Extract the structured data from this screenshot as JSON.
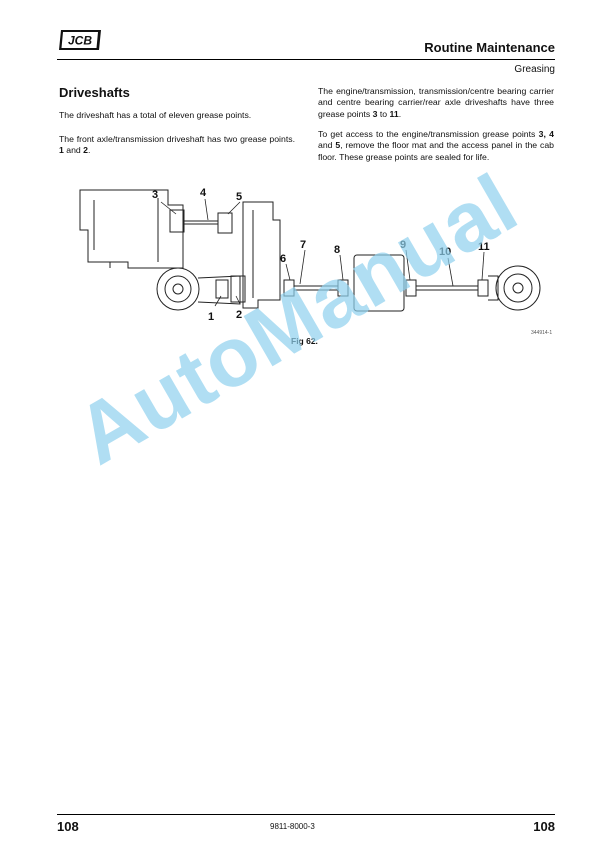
{
  "header": {
    "logo_text": "JCB",
    "section_title": "Routine Maintenance",
    "subsection": "Greasing"
  },
  "content": {
    "heading": "Driveshafts",
    "left_paragraphs": [
      "The driveshaft has a total of eleven grease points.",
      "The front axle/transmission driveshaft has two grease points. 1 and 2."
    ],
    "right_paragraphs": [
      "The engine/transmission, transmission/centre bearing carrier and centre bearing carrier/rear axle driveshafts have three grease points 3 to 11.",
      "To get access to the engine/transmission grease points 3, 4 and 5, remove the floor mat and the access panel in the cab floor. These grease points are sealed for life."
    ]
  },
  "figure": {
    "labels": [
      "3",
      "4",
      "5",
      "6",
      "7",
      "8",
      "9",
      "10",
      "11",
      "1",
      "2"
    ],
    "caption": "Fig 62.",
    "code": "344914-1"
  },
  "watermark": "AutoManual",
  "footer": {
    "page_left": "108",
    "doc_number": "9811-8000-3",
    "page_right": "108"
  }
}
